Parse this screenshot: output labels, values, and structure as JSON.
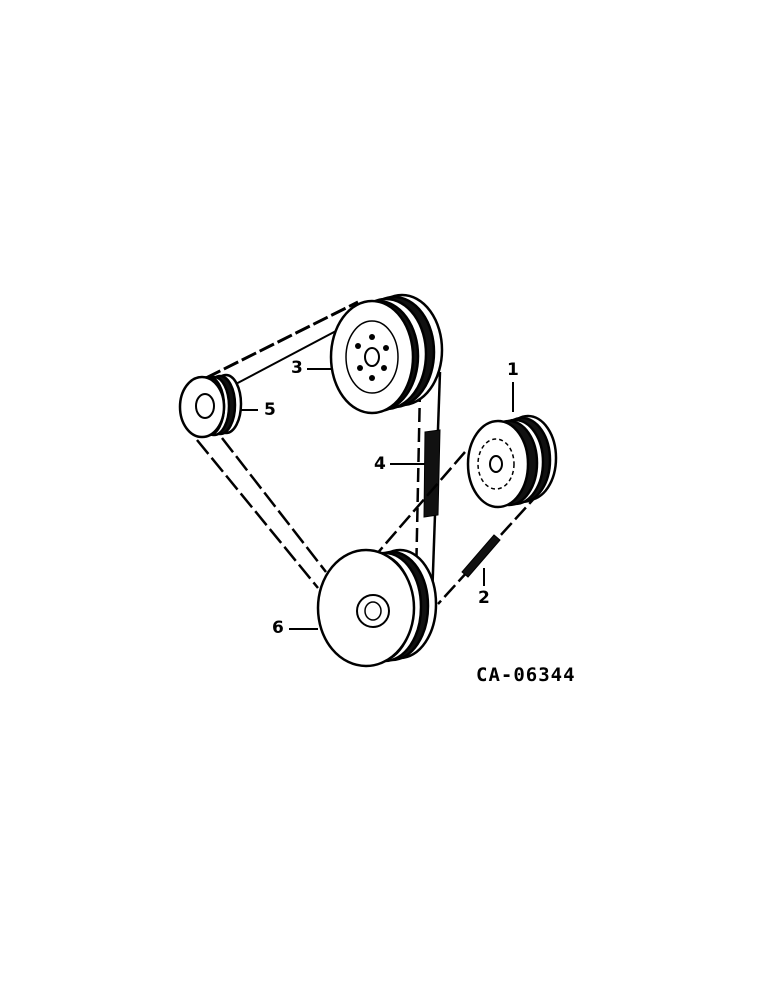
{
  "figure_id": "CA-06344",
  "callouts": [
    {
      "key": "1",
      "label": "1"
    },
    {
      "key": "2",
      "label": "2"
    },
    {
      "key": "3",
      "label": "3"
    },
    {
      "key": "4",
      "label": "4"
    },
    {
      "key": "5",
      "label": "5"
    },
    {
      "key": "6",
      "label": "6"
    }
  ],
  "colors": {
    "ink": "#000000",
    "paper": "#ffffff"
  }
}
